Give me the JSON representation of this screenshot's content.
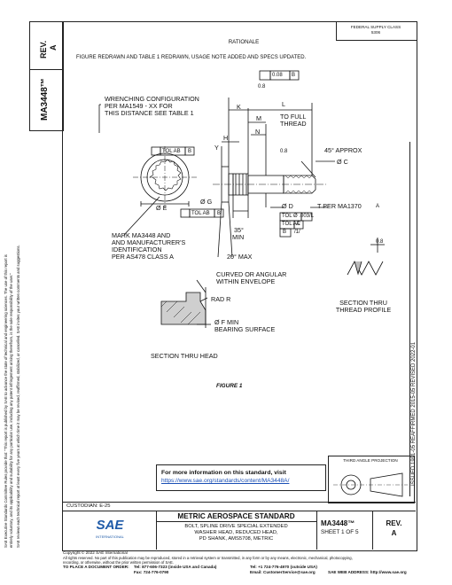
{
  "side_block": {
    "rev_label": "REV.",
    "rev_value": "A",
    "doc_number": "MA3448™"
  },
  "left_notice": {
    "line1": "SAE Executive Standards Committee Rules provide that: \"This report is published by SAE to advance the state of technical and engineering sciences. The use of this report is",
    "line2": "entirely voluntary, and its applicability and suitability for any particular use, including any patent infringement arising therefrom, is the sole responsibility of the user.\"",
    "line3": "SAE reviews each technical report at least every five years at which time it may be revised, reaffirmed, stabilized, or cancelled. SAE invites your written comments and suggestions."
  },
  "header": {
    "fsc_label": "FEDERAL SUPPLY CLASS",
    "fsc_value": "5306",
    "rationale_title": "RATIONALE",
    "rationale_text": "FIGURE REDRAWN AND TABLE 1 REDRAWN, USAGE NOTE ADDED AND SPECS UPDATED."
  },
  "drawing": {
    "wrenching": [
      "WRENCHING CONFIGURATION",
      "PER MA1549 - XX FOR",
      "THIS DISTANCE SEE TABLE 1"
    ],
    "tol_ab": "TOL AB",
    "tol_ab_datum": "B",
    "dia_e": "Ø E",
    "dia_g": "Ø G",
    "tol_ab_bottom": "TOL AB",
    "tol_ab_bottom_datum": "B",
    "runout_top": "0.08",
    "runout_top_datum": "B",
    "surface_top": "0.8",
    "dim_k": "K",
    "dim_l": "L",
    "dim_m": "M",
    "to_full": [
      "TO FULL",
      "THREAD"
    ],
    "dim_n": "N",
    "dim_h": "H",
    "dim_y": "Y",
    "surface_mid": "0.8",
    "approx": "45° APPROX",
    "dia_c": "Ø C",
    "dia_d": "Ø D",
    "t_per": "T PER MA1370",
    "datum_a": "A",
    "tol_d_1": "TOL Ø .003/L",
    "tol_d_2": "TOL AC",
    "tol_d_2_datum": "A",
    "datum_b": "B",
    "perp": "/1/",
    "angle_35": "35°",
    "angle_min": "MIN",
    "angle_20": "20° MAX",
    "mark": [
      "MARK MA3448 AND",
      "AND MANUFACTURER'S",
      "IDENTIFICATION",
      "PER AS478 CLASS A"
    ],
    "surface_thread": "0.8",
    "thread_caption": [
      "SECTION THRU",
      "THREAD PROFILE"
    ],
    "curved": [
      "CURVED OR ANGULAR",
      "WITHIN ENVELOPE"
    ],
    "rad_r": "RAD R",
    "dia_f": "Ø F MIN",
    "bearing": "BEARING SURFACE",
    "head_caption": "SECTION THRU HEAD",
    "figure": "FIGURE 1"
  },
  "info_box": {
    "text": "For more information on this standard, visit",
    "url": "https://www.sae.org/standards/content/MA3448A/"
  },
  "projection": {
    "label": "THIRD ANGLE PROJECTION"
  },
  "right_strip": "ISSUED 1991-05    REAFFIRMED 2015-05    REVISED 2022-01",
  "custodian": "CUSTODIAN: E-25",
  "title_block": {
    "logo": "SAE",
    "logo_sub": "INTERNATIONAL",
    "main_title": "METRIC AEROSPACE STANDARD",
    "sub1": "BOLT, SPLINE DRIVE SPECIAL EXTENDED",
    "sub2": "WASHER HEAD, REDUCED HEAD,",
    "sub3": "PD SHANK, AMS5708, METRIC",
    "doc": "MA3448™",
    "sheet": "SHEET 1 OF 5",
    "rev_label": "REV.",
    "rev_value": "A"
  },
  "footer": {
    "copyright": "Copyright © 2022 SAE International",
    "rights1": "All rights reserved. No part of this publication may be reproduced, stored in a retrieval system or transmitted, in any form or by any means, electronic, mechanical, photocopying,",
    "rights2": "recording, or otherwise, without the prior written permission of SAE.",
    "order_label": "TO PLACE A DOCUMENT ORDER:",
    "tel1": "Tel:  877-606-7323 (inside USA and Canada)",
    "fax": "Fax:  724-776-0790",
    "tel2": "Tel:  +1 724-776-4970 (outside USA)",
    "email": "Email: CustomerService@sae.org",
    "web": "SAE WEB ADDRESS: http://www.sae.org"
  }
}
